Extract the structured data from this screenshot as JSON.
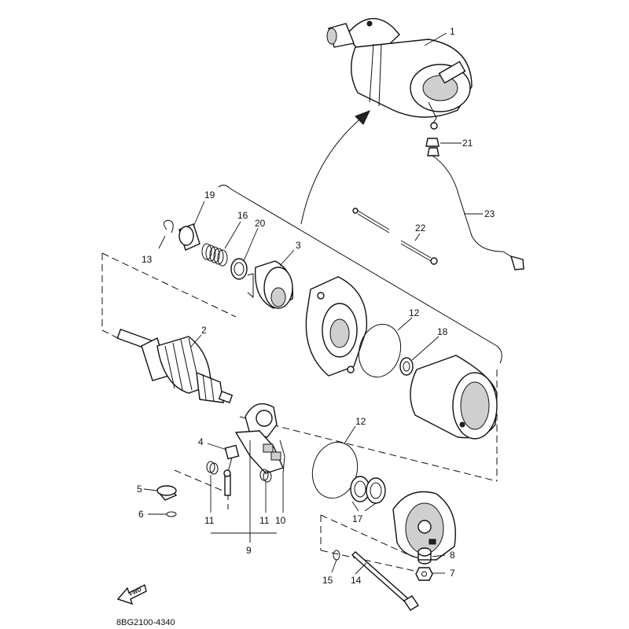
{
  "part_number": "8BG2100-4340",
  "fwd_label": "FWD",
  "callouts": {
    "c1": "1",
    "c2": "2",
    "c3": "3",
    "c4": "4",
    "c5": "5",
    "c6": "6",
    "c7": "7",
    "c8": "8",
    "c9": "9",
    "c10": "10",
    "c11a": "11",
    "c11b": "11",
    "c12a": "12",
    "c12b": "12",
    "c13": "13",
    "c14": "14",
    "c15": "15",
    "c16": "16",
    "c17": "17",
    "c18": "18",
    "c19": "19",
    "c20": "20",
    "c21": "21",
    "c22": "22",
    "c23": "23"
  }
}
